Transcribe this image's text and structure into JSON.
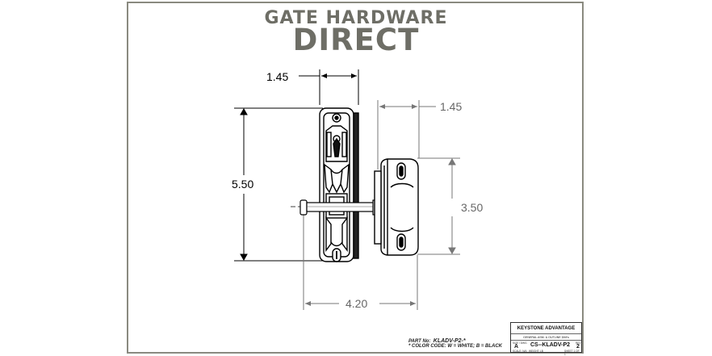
{
  "brand": {
    "line1": "GATE HARDWARE",
    "line2": "DIRECT"
  },
  "dimensions": {
    "latch_width": "1.45",
    "arm_width": "1.45",
    "latch_height": "5.50",
    "receiver_height": "3.50",
    "overall_length": "4.20"
  },
  "part": {
    "label": "PART No:",
    "number": "KLADV-P2-*",
    "color_code": "* COLOR CODE:  W = WHITE;  B = BLACK"
  },
  "title_block": {
    "company": "KEYSTONE ADVANTAGE",
    "title": "GENERAL ASM. & OUTLINE DIM's",
    "size_label": "SIZE / DWG.",
    "size_value": "A",
    "dwg_no": "CS--KLADV-P2",
    "rev_label": "REV",
    "rev_value": "2",
    "scale_label": "SCALE: N/A",
    "weight_label": "WEIGHT:",
    "weight_value": "LB",
    "sheet_label": "SHEET 1 OF 1"
  },
  "colors": {
    "brand": "#6e6e66",
    "frame": "#8a8a80",
    "line": "#000000"
  }
}
